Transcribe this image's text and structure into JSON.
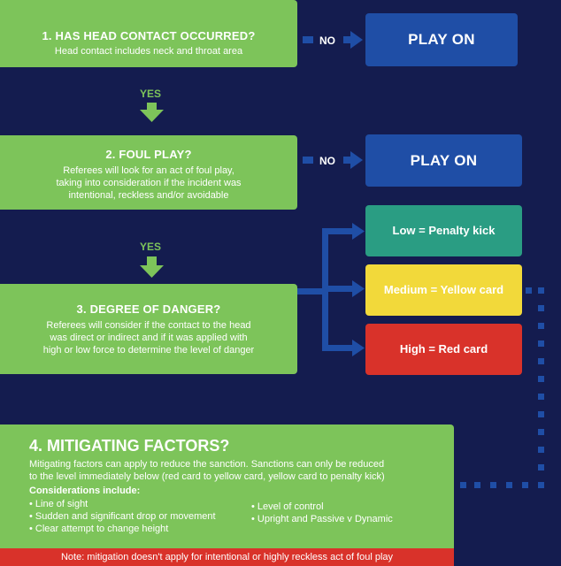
{
  "steps": [
    {
      "title": "1. HAS HEAD CONTACT OCCURRED?",
      "text": [
        "Head contact includes neck and throat area"
      ]
    },
    {
      "title": "2. FOUL PLAY?",
      "text": [
        "Referees will look for an act of foul play,",
        "taking into consideration if the incident was",
        "intentional, reckless and/or avoidable"
      ]
    },
    {
      "title": "3. DEGREE OF DANGER?",
      "text": [
        "Referees will consider if the contact to the head",
        "was direct or indirect and if it was applied with",
        "high or low force to determine the level of danger"
      ]
    }
  ],
  "no_label": "NO",
  "yes_label": "YES",
  "play_on": "PLAY ON",
  "outcomes": {
    "low": "Low = Penalty kick",
    "medium": "Medium = Yellow card",
    "high": "High = Red card"
  },
  "mitigating": {
    "title": "4. MITIGATING FACTORS?",
    "text": [
      "Mitigating factors can apply to reduce the sanction. Sanctions can only be reduced",
      "to the level immediately below (red card to yellow card, yellow card to penalty kick)"
    ],
    "considerations_heading": "Considerations include:",
    "left_items": [
      "Line of sight",
      "Sudden and significant drop or movement",
      "Clear attempt to change height"
    ],
    "right_items": [
      "Level of control",
      "Upright and Passive v Dynamic"
    ],
    "note": "Note: mitigation doesn't apply for intentional or highly reckless act of foul play"
  },
  "colors": {
    "background": "#141c4f",
    "green": "#7dc45a",
    "blue": "#1f4ea6",
    "teal": "#2a9d83",
    "yellow": "#f2d93a",
    "red": "#d9322a"
  }
}
